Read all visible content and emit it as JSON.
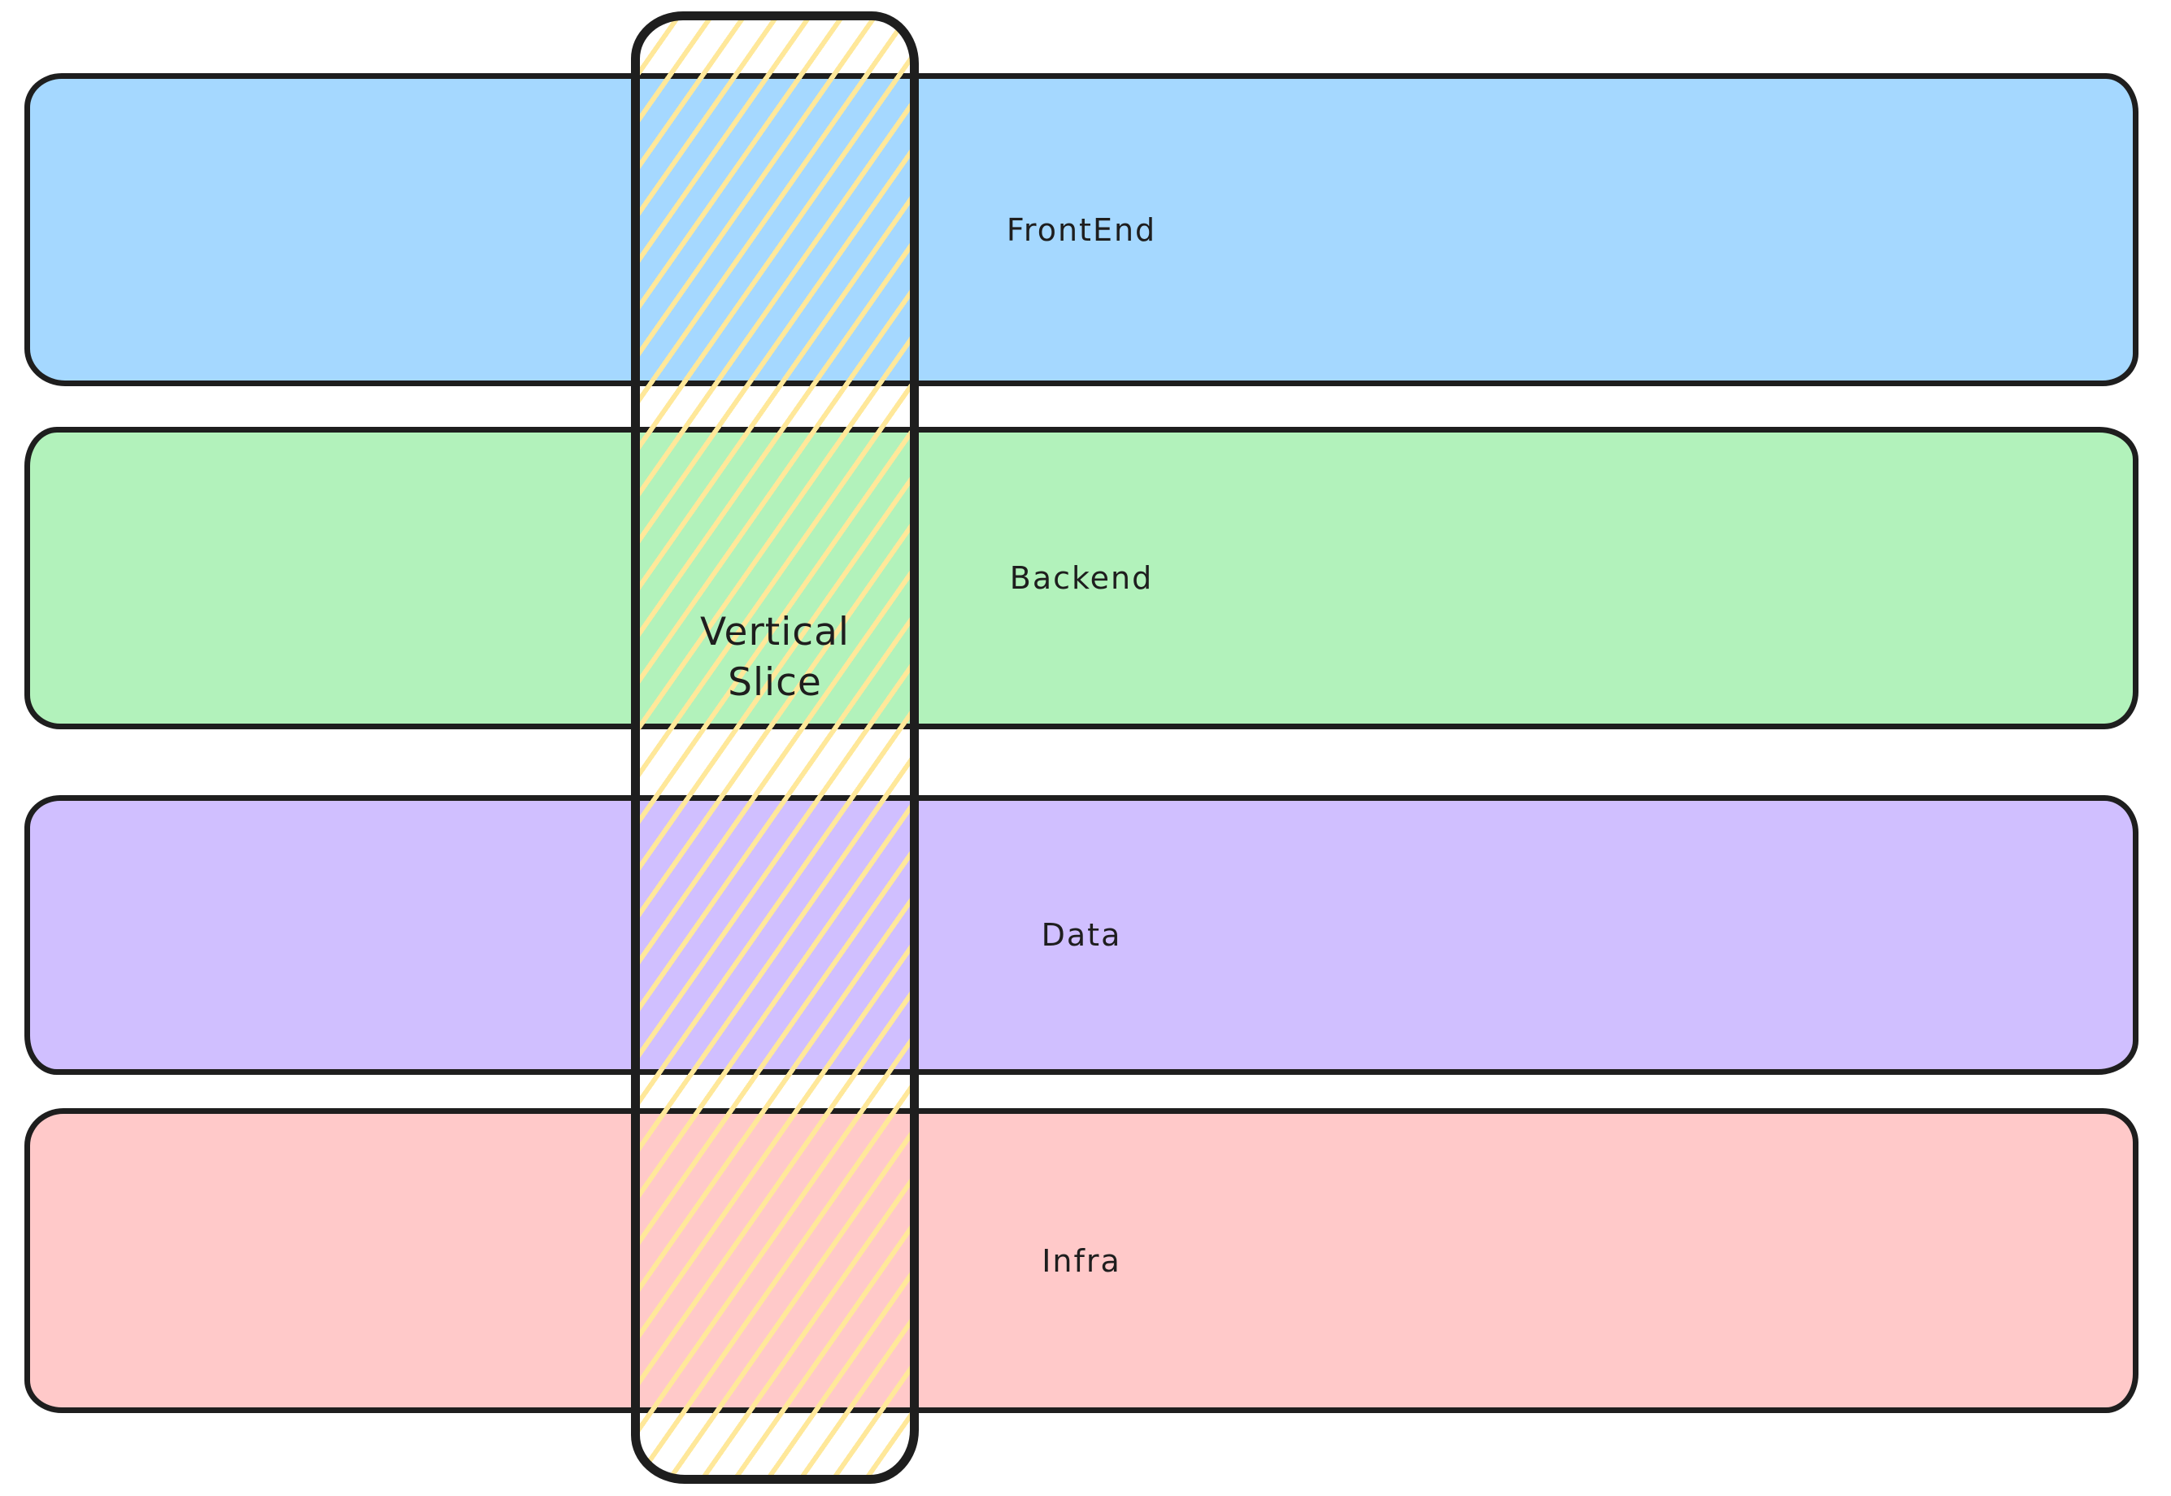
{
  "diagram": {
    "background": "#ffffff",
    "stroke_color": "#1e1e1e",
    "layers": [
      {
        "label": "FrontEnd",
        "fill": "#a5d8ff"
      },
      {
        "label": "Backend",
        "fill": "#b2f2bb"
      },
      {
        "label": "Data",
        "fill": "#d0bfff"
      },
      {
        "label": "Infra",
        "fill": "#ffc9c9"
      }
    ],
    "slice": {
      "label_line1": "Vertical",
      "label_line2": "Slice",
      "hatch_color": "#ffe89a",
      "hatch_style": "diagonal-lines"
    }
  }
}
